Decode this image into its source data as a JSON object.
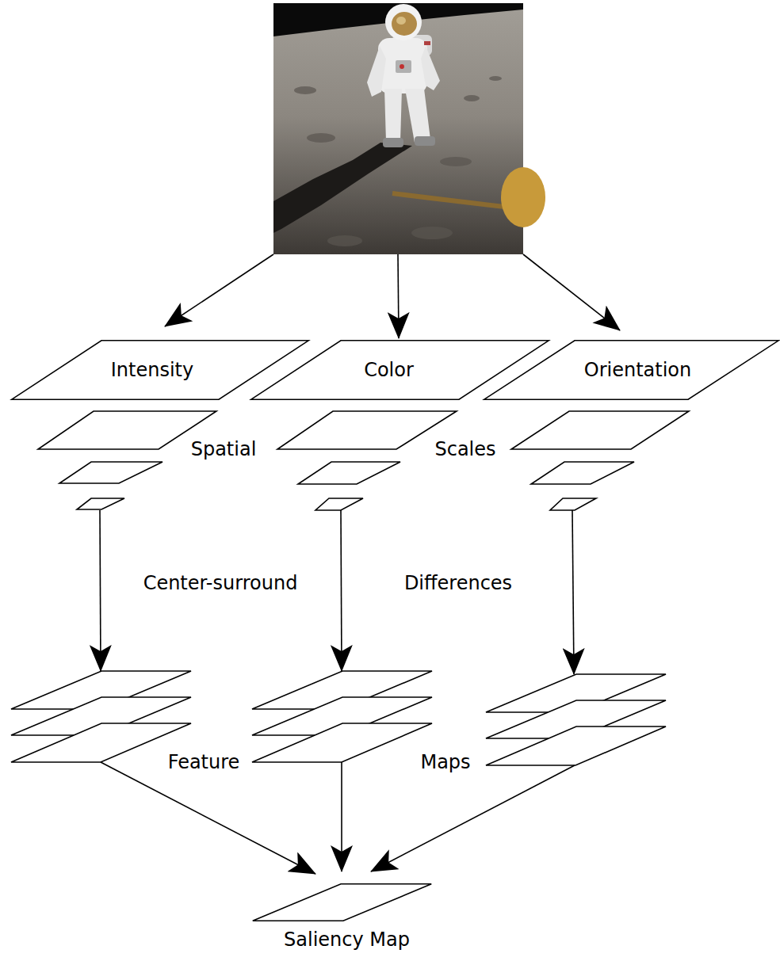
{
  "diagram": {
    "nodes": [
      {
        "text": [
          "Intensity"
        ]
      },
      {
        "text": [
          "Color"
        ]
      },
      {
        "text": [
          "Orientation"
        ]
      },
      {
        "text": [
          "Saliency Map"
        ]
      }
    ],
    "labels": [
      "Spatial",
      "Scales",
      "Center-surround",
      "Differences",
      "Feature",
      "Maps"
    ]
  }
}
